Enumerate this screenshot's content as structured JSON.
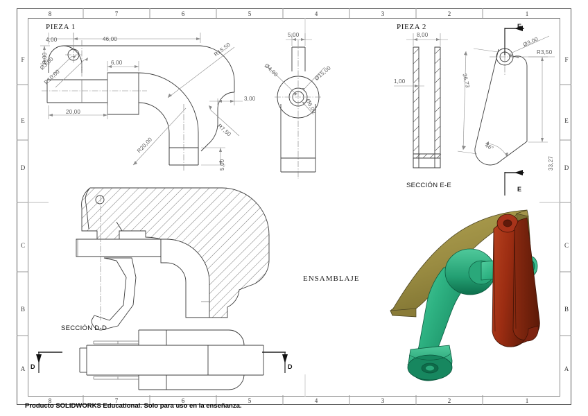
{
  "sheet": {
    "footer_note": "Producto SOLIDWORKS Educational. Solo para uso  en la enseñanza.",
    "columns_top": [
      "8",
      "7",
      "6",
      "5",
      "4",
      "3",
      "2",
      "1"
    ],
    "columns_bottom": [
      "8",
      "7",
      "6",
      "5",
      "4",
      "3",
      "2",
      "1"
    ],
    "rows_left": [
      "F",
      "E",
      "D",
      "C",
      "B",
      "A"
    ],
    "rows_right": [
      "F",
      "E",
      "D",
      "C",
      "B",
      "A"
    ]
  },
  "views": {
    "pieza1": {
      "title": "PIEZA  1",
      "dimensions": {
        "d_4": "4,00",
        "d_46": "46,00",
        "d_3_left": "3,00",
        "d_dia3": "Ø3,00",
        "d_r10": "R10,00",
        "d_6": "6,00",
        "d_20": "20,00",
        "d_r15_5": "R15,50",
        "d_3_right": "3,00",
        "d_r7_5": "R7,50",
        "d_r20": "R20,00",
        "d_5_bottom": "5,00"
      }
    },
    "pieza1_side": {
      "dimensions": {
        "d_5_top": "5,00",
        "d_dia4": "Ø4,00",
        "d_dia15": "Ø15,00",
        "d_dia6": "Ø6,00"
      }
    },
    "pieza2": {
      "title": "PIEZA  2",
      "section_label": "SECCIÓN E-E",
      "dimensions": {
        "d_8": "8,00",
        "d_1": "1,00",
        "d_36_73": "36,73",
        "d_dia3": "Ø3,00",
        "d_r3_5": "R3,50",
        "d_33_27": "33,27",
        "d_46deg": "46°"
      },
      "section_arrows": {
        "top": "E",
        "bottom": "E"
      }
    },
    "section_dd": {
      "section_label": "SECCIÓN D-D",
      "section_arrows": {
        "left": "D",
        "right": "D"
      }
    },
    "assembly": {
      "label": "ENSAMBLAJE",
      "colors": {
        "body": "#9e9045",
        "body_dark": "#7d7233",
        "pipe": "#2fb383",
        "pipe_dark": "#1d8a63",
        "lever": "#a02f16",
        "lever_dark": "#6e1f0d"
      }
    }
  }
}
